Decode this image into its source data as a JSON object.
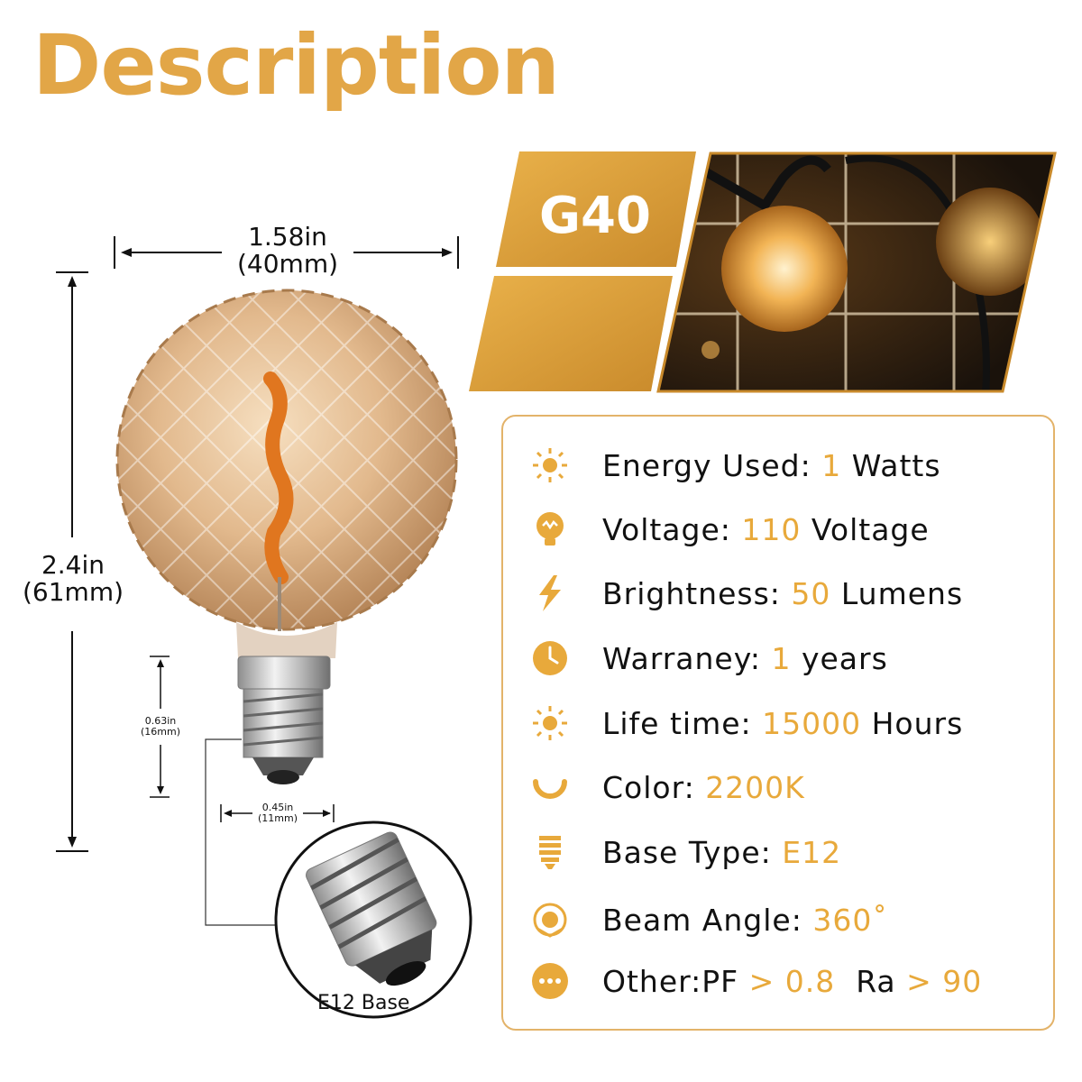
{
  "title": "Description",
  "dimensions": {
    "width_in": "1.58in",
    "width_mm": "(40mm)",
    "height_in": "2.4in",
    "height_mm": "(61mm)",
    "base_height_in": "0.63in",
    "base_height_mm": "(16mm)",
    "base_width_in": "0.45in",
    "base_width_mm": "(11mm)"
  },
  "banner": {
    "label": "G40"
  },
  "base_callout": {
    "label": "E12 Base"
  },
  "specs": [
    {
      "icon": "sun-icon",
      "label": "Energy Used: ",
      "value": "1",
      "suffix": " Watts"
    },
    {
      "icon": "bulb-icon",
      "label": "Voltage: ",
      "value": "110",
      "suffix": " Voltage"
    },
    {
      "icon": "lightning-icon",
      "label": "Brightness: ",
      "value": "50",
      "suffix": " Lumens"
    },
    {
      "icon": "clock-icon",
      "label": "Warraney: ",
      "value": "1",
      "suffix": " years"
    },
    {
      "icon": "sun-icon",
      "label": "Life time: ",
      "value": "15000",
      "suffix": " Hours"
    },
    {
      "icon": "arc-icon",
      "label": "Color: ",
      "value": "2200K",
      "suffix": ""
    },
    {
      "icon": "base-icon",
      "label": "Base Type: ",
      "value": "E12",
      "suffix": ""
    },
    {
      "icon": "beam-icon",
      "label": "Beam Angle: ",
      "value": "360˚",
      "suffix": ""
    },
    {
      "icon": "dots-icon",
      "label": "Other:PF ",
      "value": "> 0.8",
      "mid": "  Ra ",
      "value2": "> 90"
    }
  ],
  "colors": {
    "accent": "#e8a93b",
    "gold": "#e2a647",
    "border": "#e3b36a"
  }
}
